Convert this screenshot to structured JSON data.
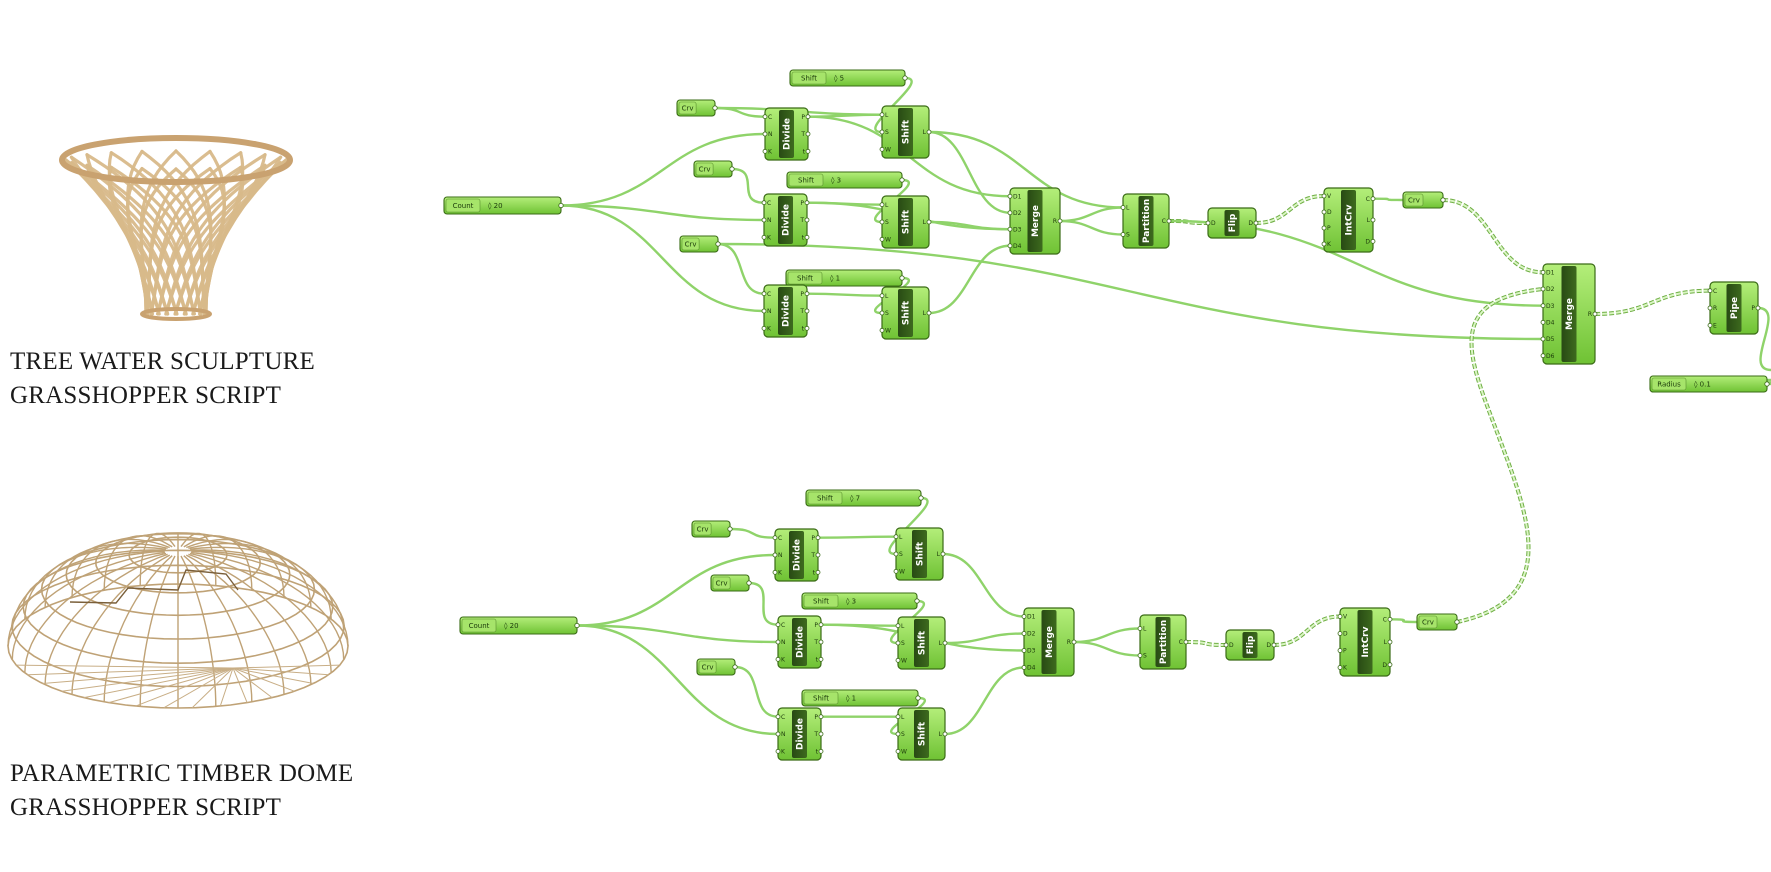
{
  "captions": [
    {
      "line1": "TREE WATER SCULPTURE",
      "line2": "GRASSHOPPER SCRIPT"
    },
    {
      "line1": "PARAMETRIC TIMBER DOME",
      "line2": "GRASSHOPPER SCRIPT"
    }
  ],
  "params": [
    {
      "id": "shift-a",
      "label": "Shift",
      "value": "◊ 5"
    },
    {
      "id": "crv-a",
      "label": "Crv",
      "value": ""
    },
    {
      "id": "crv-b",
      "label": "Crv",
      "value": ""
    },
    {
      "id": "shift-b",
      "label": "Shift",
      "value": "◊ 3"
    },
    {
      "id": "count-a",
      "label": "Count",
      "value": "◊ 20"
    },
    {
      "id": "crv-c",
      "label": "Crv",
      "value": ""
    },
    {
      "id": "shift-c",
      "label": "Shift",
      "value": "◊ 1"
    },
    {
      "id": "crv-d",
      "label": "Crv",
      "value": ""
    },
    {
      "id": "radius",
      "label": "Radius",
      "value": "◊ 0.1"
    },
    {
      "id": "shift-d",
      "label": "Shift",
      "value": "◊ 7"
    },
    {
      "id": "crv-e",
      "label": "Crv",
      "value": ""
    },
    {
      "id": "crv-f",
      "label": "Crv",
      "value": ""
    },
    {
      "id": "shift-e",
      "label": "Shift",
      "value": "◊ 3"
    },
    {
      "id": "count-b",
      "label": "Count",
      "value": "◊ 20"
    },
    {
      "id": "crv-g",
      "label": "Crv",
      "value": ""
    },
    {
      "id": "shift-f",
      "label": "Shift",
      "value": "◊ 1"
    },
    {
      "id": "crv-h",
      "label": "Crv",
      "value": ""
    }
  ],
  "components": [
    {
      "id": "divide-a1",
      "name": "Divide",
      "inputs": [
        "C",
        "N",
        "K"
      ],
      "outputs": [
        "P",
        "T",
        "t"
      ]
    },
    {
      "id": "shift-comp-a1",
      "name": "Shift",
      "inputs": [
        "L",
        "S",
        "W"
      ],
      "outputs": [
        "L"
      ]
    },
    {
      "id": "divide-a2",
      "name": "Divide",
      "inputs": [
        "C",
        "N",
        "K"
      ],
      "outputs": [
        "P",
        "T",
        "t"
      ]
    },
    {
      "id": "shift-comp-a2",
      "name": "Shift",
      "inputs": [
        "L",
        "S",
        "W"
      ],
      "outputs": [
        "L"
      ]
    },
    {
      "id": "divide-a3",
      "name": "Divide",
      "inputs": [
        "C",
        "N",
        "K"
      ],
      "outputs": [
        "P",
        "T",
        "t"
      ]
    },
    {
      "id": "shift-comp-a3",
      "name": "Shift",
      "inputs": [
        "L",
        "S",
        "W"
      ],
      "outputs": [
        "L"
      ]
    },
    {
      "id": "merge-a",
      "name": "Merge",
      "inputs": [
        "D1",
        "D2",
        "D3",
        "D4"
      ],
      "outputs": [
        "R"
      ]
    },
    {
      "id": "partition-a",
      "name": "Partition",
      "inputs": [
        "L",
        "S"
      ],
      "outputs": [
        "C"
      ]
    },
    {
      "id": "flip-a",
      "name": "Flip",
      "inputs": [
        "D"
      ],
      "outputs": [
        "D"
      ]
    },
    {
      "id": "intcrv-a",
      "name": "IntCrv",
      "inputs": [
        "V",
        "D",
        "P",
        "K"
      ],
      "outputs": [
        "C",
        "L",
        "D"
      ]
    },
    {
      "id": "merge-big",
      "name": "Merge",
      "inputs": [
        "D1",
        "D2",
        "D3",
        "D4",
        "D5",
        "D6"
      ],
      "outputs": [
        "R"
      ]
    },
    {
      "id": "pipe",
      "name": "Pipe",
      "inputs": [
        "C",
        "R",
        "E"
      ],
      "outputs": [
        "P"
      ]
    },
    {
      "id": "divide-b1",
      "name": "Divide",
      "inputs": [
        "C",
        "N",
        "K"
      ],
      "outputs": [
        "P",
        "T",
        "t"
      ]
    },
    {
      "id": "shift-comp-b1",
      "name": "Shift",
      "inputs": [
        "L",
        "S",
        "W"
      ],
      "outputs": [
        "L"
      ]
    },
    {
      "id": "divide-b2",
      "name": "Divide",
      "inputs": [
        "C",
        "N",
        "K"
      ],
      "outputs": [
        "P",
        "T",
        "t"
      ]
    },
    {
      "id": "shift-comp-b2",
      "name": "Shift",
      "inputs": [
        "L",
        "S",
        "W"
      ],
      "outputs": [
        "L"
      ]
    },
    {
      "id": "divide-b3",
      "name": "Divide",
      "inputs": [
        "C",
        "N",
        "K"
      ],
      "outputs": [
        "P",
        "T",
        "t"
      ]
    },
    {
      "id": "shift-comp-b3",
      "name": "Shift",
      "inputs": [
        "L",
        "S",
        "W"
      ],
      "outputs": [
        "L"
      ]
    },
    {
      "id": "merge-b",
      "name": "Merge",
      "inputs": [
        "D1",
        "D2",
        "D3",
        "D4"
      ],
      "outputs": [
        "R"
      ]
    },
    {
      "id": "partition-b",
      "name": "Partition",
      "inputs": [
        "L",
        "S"
      ],
      "outputs": [
        "C"
      ]
    },
    {
      "id": "flip-b",
      "name": "Flip",
      "inputs": [
        "D"
      ],
      "outputs": [
        "D"
      ]
    },
    {
      "id": "intcrv-b",
      "name": "IntCrv",
      "inputs": [
        "V",
        "D",
        "P",
        "K"
      ],
      "outputs": [
        "C",
        "L",
        "D"
      ]
    }
  ],
  "colors": {
    "component_fill": "#8cd84a",
    "component_stroke": "#3a6b16",
    "name_band": "#2f4f1a",
    "wire": "#8fd36a",
    "wood": "#d8b98a"
  }
}
